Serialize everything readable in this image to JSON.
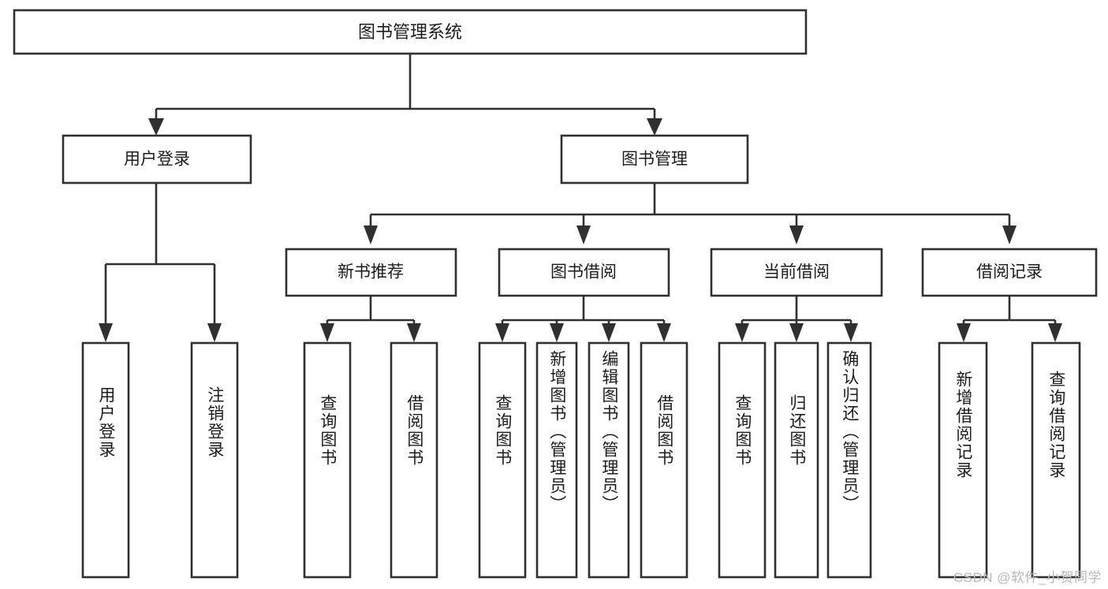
{
  "diagram": {
    "type": "hierarchy-tree",
    "title": "图书管理系统",
    "orientation": "top-down",
    "node_border_color": "#303030",
    "node_fill_color": "#ffffff",
    "connector_color": "#303030",
    "text_color": "#1c1c1c",
    "levels": 4,
    "root": {
      "label": "图书管理系统",
      "level": 1
    },
    "level2": [
      {
        "label": "用户登录"
      },
      {
        "label": "图书管理"
      }
    ],
    "level3": [
      {
        "label": "新书推荐",
        "parent": "图书管理"
      },
      {
        "label": "图书借阅",
        "parent": "图书管理"
      },
      {
        "label": "当前借阅",
        "parent": "图书管理"
      },
      {
        "label": "借阅记录",
        "parent": "图书管理"
      }
    ],
    "groups": [
      {
        "parent": "用户登录",
        "leaves": [
          {
            "label": "用户登录"
          },
          {
            "label": "注销登录"
          }
        ]
      },
      {
        "parent": "新书推荐",
        "leaves": [
          {
            "label": "查询图书"
          },
          {
            "label": "借阅图书"
          }
        ]
      },
      {
        "parent": "图书借阅",
        "leaves": [
          {
            "label": "查询图书"
          },
          {
            "label": "新增图书（管理员）"
          },
          {
            "label": "编辑图书（管理员）"
          },
          {
            "label": "借阅图书"
          }
        ]
      },
      {
        "parent": "当前借阅",
        "leaves": [
          {
            "label": "查询图书"
          },
          {
            "label": "归还图书"
          },
          {
            "label": "确认归还（管理员）"
          }
        ]
      },
      {
        "parent": "借阅记录",
        "leaves": [
          {
            "label": "新增借阅记录"
          },
          {
            "label": "查询借阅记录"
          }
        ]
      }
    ]
  },
  "watermark": {
    "text": "CSDN @软件_小贺同学"
  }
}
